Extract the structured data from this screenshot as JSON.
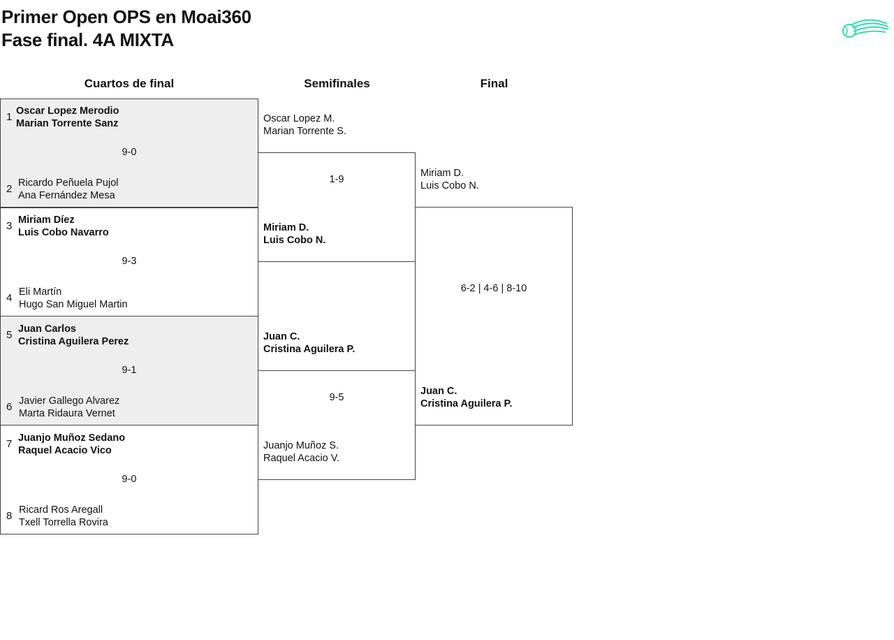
{
  "header": {
    "title_line1": "Primer Open OPS en Moai360",
    "title_line2": "Fase final. 4A MIXTA",
    "logo_icon": "tennis-ball-logo-icon",
    "accent_color": "#2de0b0"
  },
  "rounds": {
    "quarterfinals": "Cuartos de final",
    "semifinals": "Semifinales",
    "final": "Final"
  },
  "quarterfinals": [
    {
      "top": {
        "seed": "1",
        "p1": "Oscar Lopez Merodio",
        "p2": "Marian Torrente Sanz"
      },
      "score": "9-0",
      "bottom": {
        "seed": "2",
        "p1": "Ricardo Peñuela Pujol",
        "p2": "Ana Fernández Mesa"
      }
    },
    {
      "top": {
        "seed": "3",
        "p1": "Miriam Díez",
        "p2": "Luis Cobo Navarro"
      },
      "score": "9-3",
      "bottom": {
        "seed": "4",
        "p1": "Eli Martín",
        "p2": "Hugo San Miguel Martin"
      }
    },
    {
      "top": {
        "seed": "5",
        "p1": "Juan Carlos",
        "p2": "Cristina Aguilera Perez"
      },
      "score": "9-1",
      "bottom": {
        "seed": "6",
        "p1": "Javier Gallego Alvarez",
        "p2": "Marta Ridaura Vernet"
      }
    },
    {
      "top": {
        "seed": "7",
        "p1": "Juanjo Muñoz Sedano",
        "p2": "Raquel Acacio Vico"
      },
      "score": "9-0",
      "bottom": {
        "seed": "8",
        "p1": "Ricard Ros Aregall",
        "p2": "Txell Torrella Rovira"
      }
    }
  ],
  "semifinals": [
    {
      "top": {
        "p1": "Oscar Lopez M.",
        "p2": "Marian Torrente S."
      },
      "score": "1-9",
      "bottom": {
        "p1": "Miriam D.",
        "p2": "Luis Cobo N."
      }
    },
    {
      "top": {
        "p1": "Juan C.",
        "p2": "Cristina Aguilera P."
      },
      "score": "9-5",
      "bottom": {
        "p1": "Juanjo Muñoz S.",
        "p2": "Raquel Acacio V."
      }
    }
  ],
  "final": {
    "top": {
      "p1": "Miriam D.",
      "p2": "Luis Cobo N."
    },
    "score": "6-2 | 4-6 | 8-10",
    "bottom": {
      "p1": "Juan C.",
      "p2": "Cristina Aguilera P."
    }
  }
}
